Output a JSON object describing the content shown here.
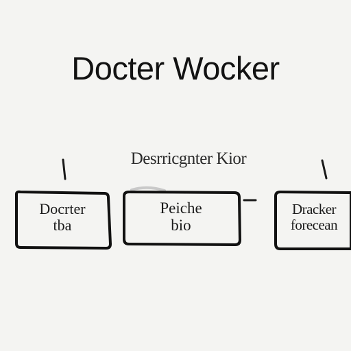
{
  "diagram": {
    "title": "Docter Wocker",
    "subtitle": "Desrricgnter Kior",
    "nodes": [
      {
        "line1": "Docrter",
        "line2": "tba"
      },
      {
        "line1": "Peiche",
        "line2": "bio"
      },
      {
        "line1": "Dracker",
        "line2": "forecean"
      }
    ],
    "colors": {
      "background": "#f4f4f2",
      "ink": "#141414"
    }
  }
}
